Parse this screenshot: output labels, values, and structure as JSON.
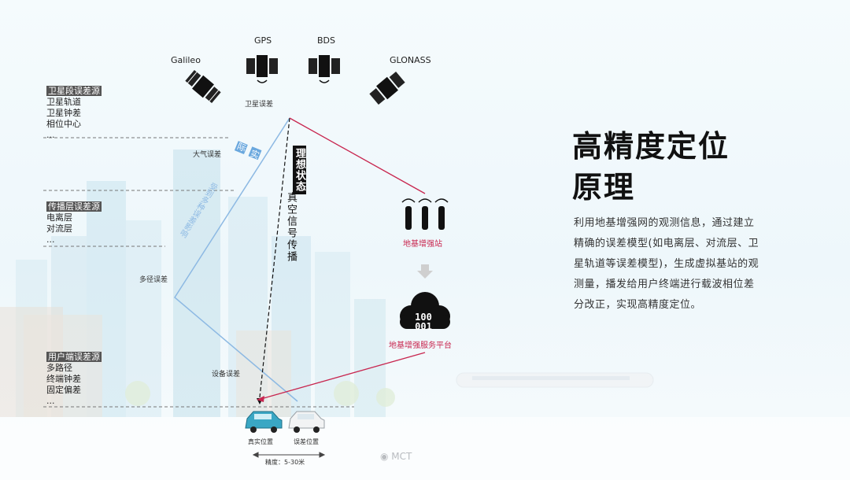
{
  "satellites": {
    "galileo": "Galileo",
    "gps": "GPS",
    "bds": "BDS",
    "glonass": "GLONASS"
  },
  "annotations": {
    "satellite_error": "卫星误差",
    "atmosphere_error": "大气误差",
    "multipath_error": "多径误差",
    "device_error": "设备误差"
  },
  "error_sources": {
    "satellite": {
      "heading": "卫星段误差源",
      "items": [
        "卫星轨道",
        "卫星钟差",
        "相位中心",
        "..."
      ]
    },
    "propagation": {
      "heading": "传播层误差源",
      "items": [
        "电离层",
        "对流层",
        "..."
      ]
    },
    "user": {
      "heading": "用户端误差源",
      "items": [
        "多路径",
        "终端钟差",
        "固定偏差",
        "..."
      ]
    }
  },
  "ideal": {
    "heading": "理想状态",
    "text": "真空信号传播"
  },
  "actual": {
    "heading": "实际",
    "text": "受到多种误差影响"
  },
  "ground_station": {
    "label": "地基增强站"
  },
  "service_platform": {
    "label": "地基增强服务平台",
    "cloud_text_1": "100",
    "cloud_text_2": "001"
  },
  "cars": {
    "true_position": "真实位置",
    "error_position": "误差位置",
    "accuracy": "精度：5-30米"
  },
  "title": {
    "line1": "高精度定位",
    "line2": "原理"
  },
  "description": "利用地基增强网的观测信息，通过建立精确的误差模型(如电离层、对流层、卫星轨道等误差模型)，生成虚拟基站的观测量，播发给用户终端进行载波相位差分改正，实现高精度定位。",
  "watermark": "◉ MCT",
  "colors": {
    "red_line": "#c8264f",
    "blue_line": "#8db9e3",
    "cloud": "#111111",
    "car_true": "#3aa7c4",
    "car_error": "#e8eaec"
  }
}
